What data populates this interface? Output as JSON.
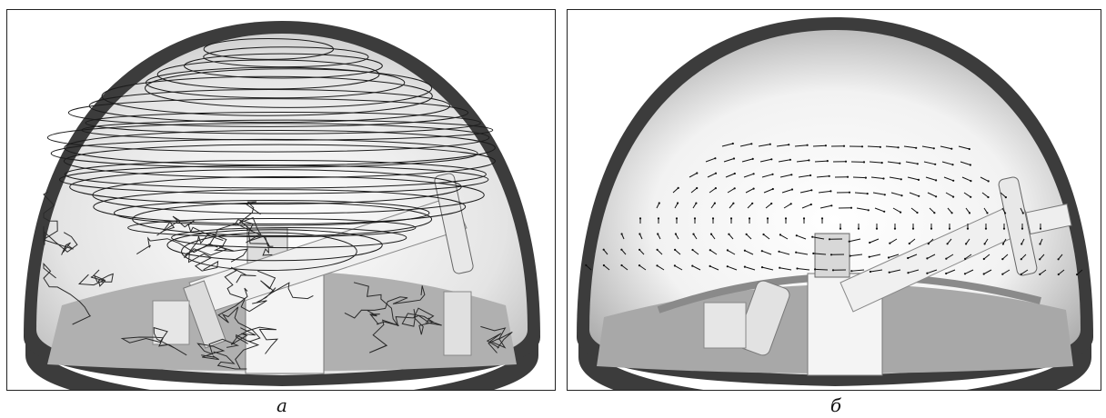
{
  "figure": {
    "panels": [
      {
        "id": "a",
        "caption": "а",
        "content": "streamlines"
      },
      {
        "id": "b",
        "caption": "б",
        "content": "velocity-vectors"
      }
    ],
    "colors": {
      "dome_rim": "#3c3c3c",
      "dome_glass_center": "#ffffff",
      "dome_glass_edge": "#bdbdbd",
      "floor": "#a9a9a9",
      "instrument": "#f2f2f2",
      "streamline": "#1c1c1c"
    },
    "icons": {
      "dome": "hemisphere-dome",
      "telescope": "telescope-tube",
      "pier": "telescope-pier"
    }
  }
}
